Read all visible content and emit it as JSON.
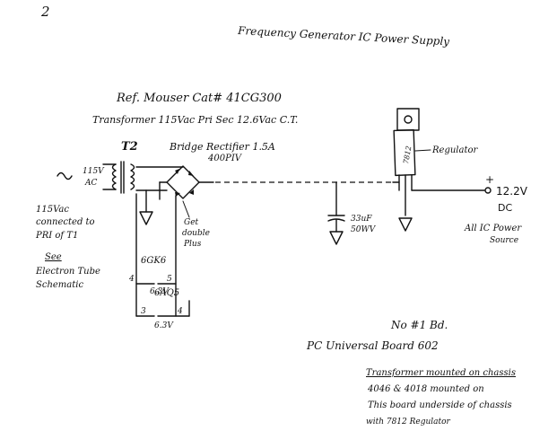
{
  "page_number": "2",
  "title": "Frequency Generator  IC Power Supply",
  "ref_line": "Ref. Mouser Cat# 41CG300",
  "transformer_line": "Transformer 115Vac Pri  Sec 12.6Vac C.T.",
  "transformer_label": "T2",
  "bridge_label": "Bridge Rectifier 1.5A",
  "bridge_rating": "400PIV",
  "regulator_part": "7812",
  "regulator_label": "Regulator",
  "output_voltage": "12.2V",
  "output_dc": "DC",
  "output_desc_1": "All IC Power",
  "output_desc_2": "Source",
  "cap_value": "33uF",
  "cap_voltage": "50WV",
  "primary_voltage": "115V",
  "primary_ac": "AC",
  "input_note_1": "115Vac",
  "input_note_2": "connected to",
  "input_note_3": "PRI of T1",
  "see_note_1": "See",
  "see_note_2": "Electron Tube",
  "see_note_3": "Schematic",
  "tube1": "6GK6",
  "tube2": "6AQ5",
  "heater1_v": "6.3V",
  "heater2_v": "6.3V",
  "pin4": "4",
  "pin5": "5",
  "pin3": "3",
  "pin4b": "4",
  "get_double_1": "Get",
  "get_double_2": "double",
  "get_double_3": "Plus",
  "board_no": "No #1 Bd.",
  "board_name": "PC   Universal Board 602",
  "note_line1": "Transformer mounted on chassis",
  "note_line2": "4046 & 4018 mounted on",
  "note_line3": "This board underside of chassis",
  "note_line4": "with 7812 Regulator"
}
